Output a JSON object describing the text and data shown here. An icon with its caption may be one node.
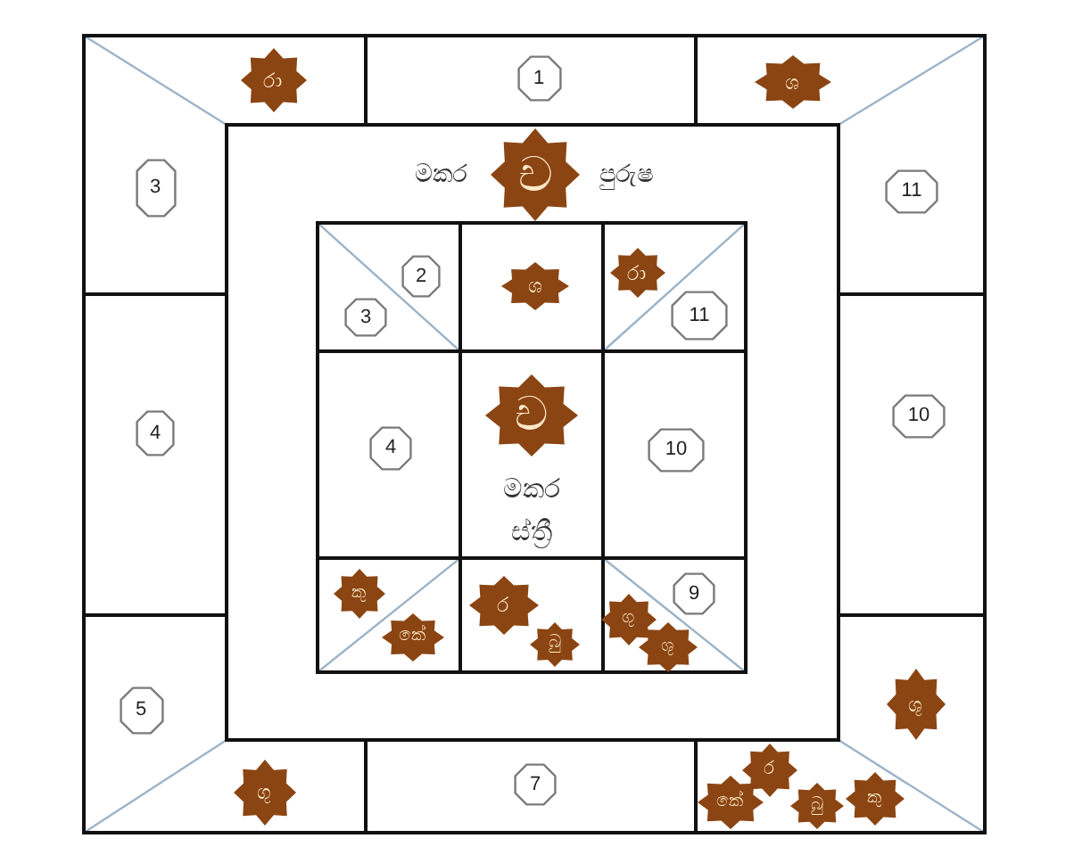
{
  "diagram": {
    "nodes": [
      {
        "text": [
          "රා"
        ]
      },
      {
        "text": [
          "1"
        ]
      },
      {
        "text": [
          "ශ"
        ]
      },
      {
        "text": [
          "මකර",
          "පුරුෂ"
        ]
      },
      {
        "text": [
          "ච"
        ],
        "in": 3
      },
      {
        "text": [
          "3"
        ]
      },
      {
        "text": [
          "11"
        ]
      },
      {
        "text": [
          "2"
        ],
        "in": 3
      },
      {
        "text": [
          "ශ"
        ],
        "in": 3
      },
      {
        "text": [
          "රා"
        ],
        "in": 3
      },
      {
        "text": [
          "3"
        ],
        "in": 3
      },
      {
        "text": [
          "11"
        ],
        "in": 3
      },
      {
        "text": [
          "4"
        ]
      },
      {
        "text": [
          "4"
        ],
        "in": 3
      },
      {
        "text": [
          "මකර ස්ත්‍රී"
        ],
        "in": 3
      },
      {
        "text": [
          "ච"
        ],
        "in": 14
      },
      {
        "text": [
          "10"
        ],
        "in": 3
      },
      {
        "text": [
          "10"
        ]
      },
      {
        "text": [
          "කු"
        ],
        "in": 3
      },
      {
        "text": [
          "කේ"
        ],
        "in": 3
      },
      {
        "text": [
          "ර"
        ],
        "in": 3
      },
      {
        "text": [
          "බු"
        ],
        "in": 3
      },
      {
        "text": [
          "9"
        ],
        "in": 3
      },
      {
        "text": [
          "ගු"
        ],
        "in": 3
      },
      {
        "text": [
          "ශු"
        ],
        "in": 3
      },
      {
        "text": [
          "ශු"
        ]
      },
      {
        "text": [
          "5"
        ]
      },
      {
        "text": [
          "ගු"
        ]
      },
      {
        "text": [
          "7"
        ]
      },
      {
        "text": [
          "ර"
        ]
      },
      {
        "text": [
          "කේ"
        ]
      },
      {
        "text": [
          "බු"
        ]
      },
      {
        "text": [
          "කු"
        ]
      }
    ]
  }
}
